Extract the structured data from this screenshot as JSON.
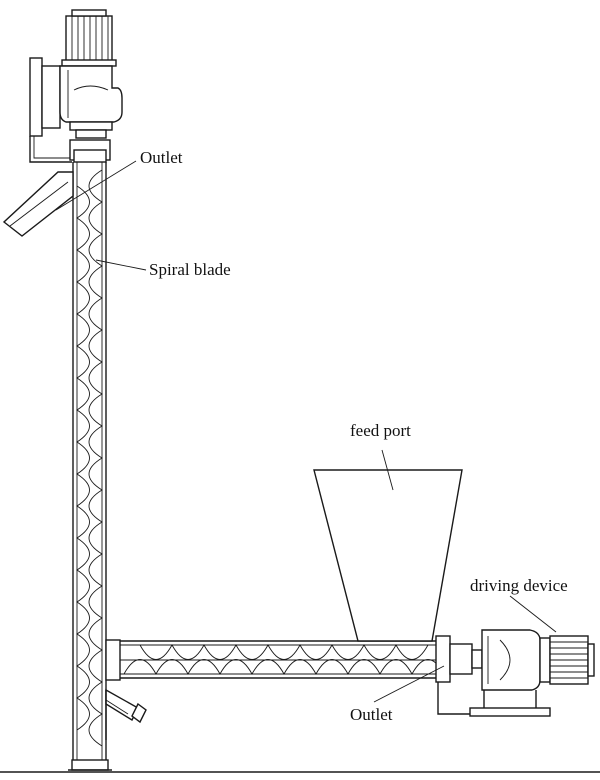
{
  "labels": {
    "outlet_top": "Outlet",
    "spiral_blade": "Spiral blade",
    "feed_port": "feed port",
    "driving_device": "driving device",
    "outlet_bottom": "Outlet"
  }
}
